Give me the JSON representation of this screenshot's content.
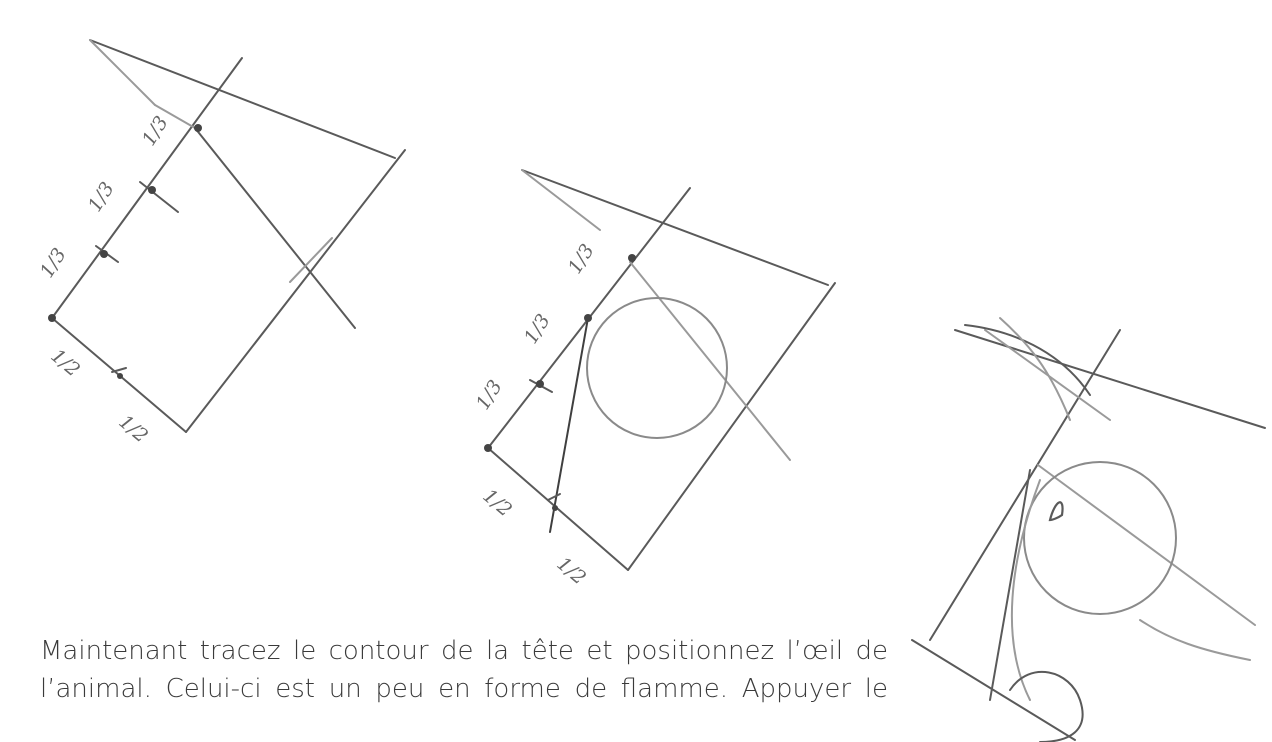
{
  "sketches": {
    "step1": {
      "labels": [
        "1/3",
        "1/3",
        "1/3",
        "1/2",
        "1/2"
      ]
    },
    "step2": {
      "labels": [
        "1/3",
        "1/3",
        "1/3",
        "1/2",
        "1/2"
      ]
    },
    "step3": {}
  },
  "caption": {
    "line1": "Maintenant tracez le contour de la tête et positionnez l’œil de",
    "line2": "l’animal. Celui-ci est un peu en forme de flamme. Appuyer le"
  }
}
